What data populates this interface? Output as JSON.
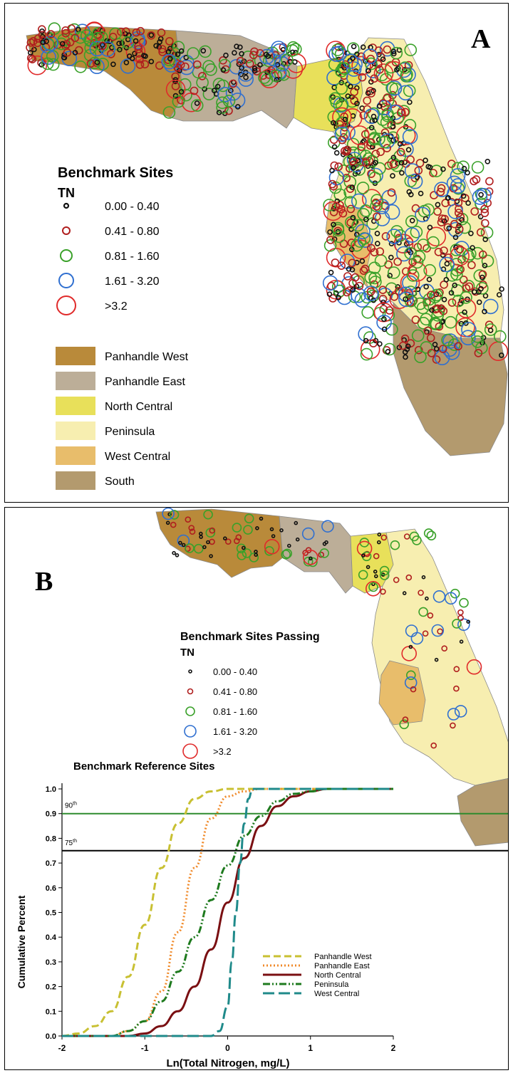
{
  "panel_a": {
    "letter": "A",
    "legend_title": "Benchmark Sites",
    "legend_subtitle": "TN",
    "site_classes": [
      {
        "label": "0.00 - 0.40",
        "color": "#111111"
      },
      {
        "label": "0.41 - 0.80",
        "color": "#b01e1e"
      },
      {
        "label": "0.81 - 1.60",
        "color": "#3aa12a"
      },
      {
        "label": "1.61 - 3.20",
        "color": "#2f6fd0"
      },
      {
        "label": ">3.2",
        "color": "#e02a2a"
      }
    ],
    "regions": [
      {
        "label": "Panhandle West",
        "color": "#b98a3a"
      },
      {
        "label": "Panhandle East",
        "color": "#bcae98"
      },
      {
        "label": "North Central",
        "color": "#e8e05a"
      },
      {
        "label": "Peninsula",
        "color": "#f7eeb0"
      },
      {
        "label": "West Central",
        "color": "#e8bd6b"
      },
      {
        "label": "South",
        "color": "#b39a6e"
      }
    ]
  },
  "panel_b": {
    "letter": "B",
    "legend_title": "Benchmark Sites Passing",
    "legend_subtitle": "TN",
    "site_classes": [
      {
        "label": "0.00 - 0.40",
        "color": "#111111"
      },
      {
        "label": "0.41 - 0.80",
        "color": "#b01e1e"
      },
      {
        "label": "0.81 - 1.60",
        "color": "#3aa12a"
      },
      {
        "label": "1.61 - 3.20",
        "color": "#2f6fd0"
      },
      {
        "label": ">3.2",
        "color": "#e02a2a"
      }
    ]
  },
  "chart_data": {
    "type": "line",
    "title": "Benchmark Reference Sites",
    "xlabel": "Ln(Total Nitrogen, mg/L)",
    "ylabel": "Cumulative Percent",
    "xlim": [
      -2,
      2
    ],
    "ylim": [
      0,
      1.0
    ],
    "xticks": [
      "-2",
      "-1",
      "0",
      "1",
      "2"
    ],
    "yticks": [
      "0.0",
      "0.1",
      "0.2",
      "0.3",
      "0.4",
      "0.5",
      "0.6",
      "0.7",
      "0.8",
      "0.9",
      "1.0"
    ],
    "grid": false,
    "legend_position": "lower-right",
    "reference_lines": [
      {
        "label": "90",
        "superscript": "th",
        "y": 0.9,
        "color": "#2e8b2e"
      },
      {
        "label": "75",
        "superscript": "th",
        "y": 0.75,
        "color": "#000000"
      }
    ],
    "series": [
      {
        "name": "Panhandle West",
        "color": "#c8c032",
        "dash": "10,5",
        "x": [
          -2.0,
          -1.8,
          -1.6,
          -1.4,
          -1.2,
          -1.0,
          -0.8,
          -0.6,
          -0.4,
          -0.2,
          0.0,
          0.2,
          2.0
        ],
        "y": [
          0.0,
          0.01,
          0.04,
          0.1,
          0.24,
          0.45,
          0.68,
          0.86,
          0.96,
          0.99,
          1.0,
          1.0,
          1.0
        ]
      },
      {
        "name": "Panhandle East",
        "color": "#f08a2a",
        "dash": "2,3",
        "x": [
          -2.0,
          -1.4,
          -1.2,
          -1.0,
          -0.8,
          -0.6,
          -0.4,
          -0.2,
          0.0,
          0.2,
          0.4,
          2.0
        ],
        "y": [
          0.0,
          0.0,
          0.02,
          0.06,
          0.18,
          0.42,
          0.68,
          0.88,
          0.97,
          0.99,
          1.0,
          1.0
        ]
      },
      {
        "name": "North Central",
        "color": "#7a0f12",
        "dash": "",
        "x": [
          -2.0,
          -1.2,
          -1.0,
          -0.8,
          -0.6,
          -0.4,
          -0.2,
          0.0,
          0.2,
          0.4,
          0.6,
          0.8,
          1.0,
          1.2,
          1.4,
          2.0
        ],
        "y": [
          0.0,
          0.0,
          0.01,
          0.04,
          0.1,
          0.2,
          0.35,
          0.54,
          0.72,
          0.85,
          0.93,
          0.97,
          0.99,
          1.0,
          1.0,
          1.0
        ]
      },
      {
        "name": "Peninsula",
        "color": "#1e7a1e",
        "dash": "10,3,2,3,2,3",
        "x": [
          -2.0,
          -1.4,
          -1.2,
          -1.0,
          -0.8,
          -0.6,
          -0.4,
          -0.2,
          0.0,
          0.2,
          0.4,
          0.6,
          0.8,
          1.0,
          1.2,
          2.0
        ],
        "y": [
          0.0,
          0.0,
          0.02,
          0.06,
          0.14,
          0.26,
          0.4,
          0.55,
          0.69,
          0.81,
          0.89,
          0.95,
          0.98,
          0.99,
          1.0,
          1.0
        ]
      },
      {
        "name": "West Central",
        "color": "#1f8a8a",
        "dash": "16,6",
        "x": [
          -2.0,
          -0.2,
          -0.1,
          0.0,
          0.05,
          0.1,
          0.15,
          0.2,
          0.25,
          0.3,
          2.0
        ],
        "y": [
          0.0,
          0.0,
          0.02,
          0.12,
          0.3,
          0.5,
          0.7,
          0.86,
          0.96,
          1.0,
          1.0
        ]
      }
    ]
  }
}
